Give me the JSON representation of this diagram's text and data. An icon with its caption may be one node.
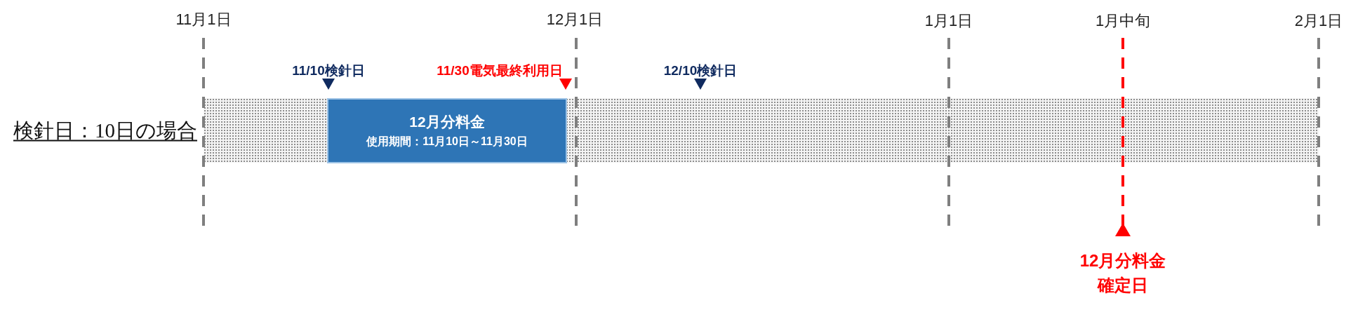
{
  "diagram": {
    "nodes": [
      {
        "text": [],
        "shape": "bar"
      },
      {
        "text": [
          "12月分料金",
          "使用期間：11月10日～11月30日"
        ],
        "in": 0
      }
    ],
    "labels": [
      "11月1日",
      "12月1日",
      "1月1日",
      "1月中旬",
      "2月1日",
      "11/10検針日",
      "11/30電気最終利用日",
      "12/10検針日",
      "検針日：10日の場合",
      "12月分料金",
      "確定日"
    ]
  }
}
